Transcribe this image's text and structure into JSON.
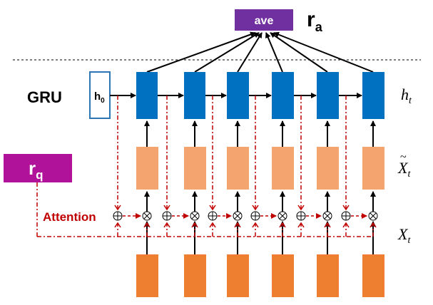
{
  "top": {
    "ave_label": "ave",
    "ra_main": "r",
    "ra_sub": "a"
  },
  "left": {
    "gru_label": "GRU",
    "h0_main": "h",
    "h0_sub": "0",
    "rq_main": "r",
    "rq_sub": "q",
    "attention_label": "Attention"
  },
  "right": {
    "ht_main": "h",
    "ht_sub": "t",
    "xt_tilde_main": "X",
    "xt_tilde_sub": "t",
    "xt_main": "X",
    "xt_sub": "t"
  },
  "colors": {
    "purple": "#7030A0",
    "magenta": "#B0129A",
    "blue": "#0070C0",
    "peach": "#F4A46E",
    "orange": "#EE7F30",
    "attention_red": "#C00000",
    "h0_border": "#2E75B6"
  }
}
